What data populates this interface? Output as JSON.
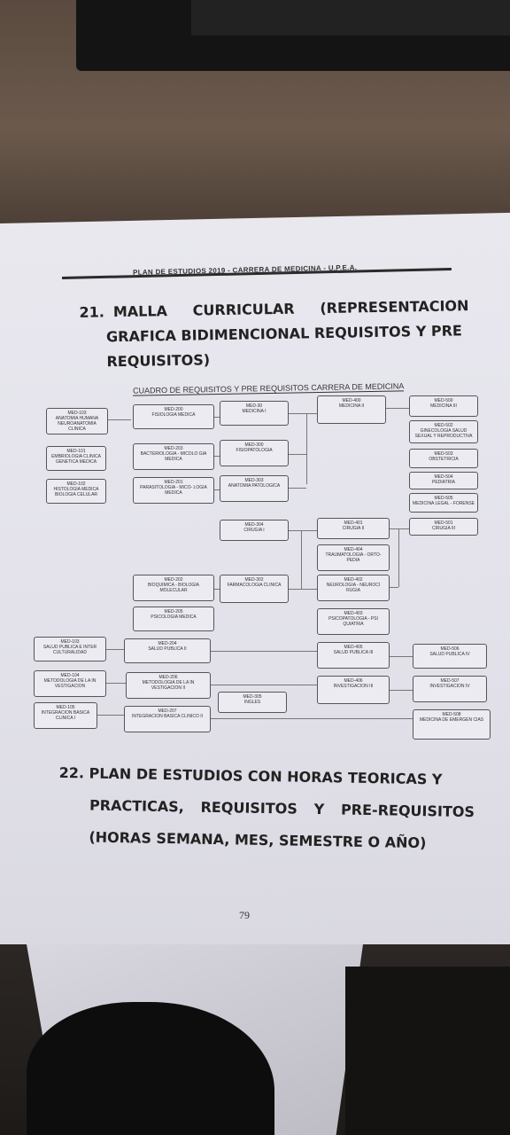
{
  "header": {
    "plan_line": "PLAN DE ESTUDIOS 2019 -  CARRERA DE MEDICINA - U.P.E.A."
  },
  "section21": {
    "number": "21.",
    "line1_a": "MALLA",
    "line1_b": "CURRICULAR",
    "line1_c": "(REPRESENTACION",
    "line2": "GRAFICA BIDIMENCIONAL REQUISITOS Y PRE",
    "line3": "REQUISITOS)"
  },
  "diagram": {
    "title": "CUADRO DE REQUISITOS Y PRE REQUISITOS CARRERA DE MEDICINA",
    "boxes": [
      {
        "code": "MED-103",
        "name": "ANATOMIA HUMANA NEUROANATOMIA CLINICA"
      },
      {
        "code": "MED-101",
        "name": "EMBRIOLOGIA CLINICA GENETICA MEDICA"
      },
      {
        "code": "MED-102",
        "name": "HISTOLOGIA MEDICA BIOLOGIA CELULAR"
      },
      {
        "code": "MED-200",
        "name": "FISIOLOGIA MEDICA"
      },
      {
        "code": "MED-203",
        "name": "BACTERIOLOGIA - MICOLO GIA MEDICA"
      },
      {
        "code": "MED-201",
        "name": "PARASITOLOGIA - MICO- LOGIA MEDICA"
      },
      {
        "code": "MED-30",
        "name": "MEDICINA I"
      },
      {
        "code": "MED-300",
        "name": "FISIOPATOLOGIA"
      },
      {
        "code": "MED-303",
        "name": "ANATOMIA PATOLOGICA"
      },
      {
        "code": "MED-400",
        "name": "MEDICINA II"
      },
      {
        "code": "MED-500",
        "name": "MEDICINA III"
      },
      {
        "code": "MED-502",
        "name": "GINECOLOGIA SALUD SEXUAL Y REPRODUCTIVA"
      },
      {
        "code": "MED-503",
        "name": "OBSTETRICIA"
      },
      {
        "code": "MED-504",
        "name": "PEDIATRIA"
      },
      {
        "code": "MED-505",
        "name": "MEDICINA LEGAL - FORENSE"
      },
      {
        "code": "MED-304",
        "name": "CIRUGIA I"
      },
      {
        "code": "MED-401",
        "name": "CIRUGIA II"
      },
      {
        "code": "MED-501",
        "name": "CIRUGIA III"
      },
      {
        "code": "MED-404",
        "name": "TRAUMATOLOGIA - ORTO- PEDIA"
      },
      {
        "code": "MED-202",
        "name": "BIOQUIMICA - BIOLOGIA MOLECULAR"
      },
      {
        "code": "MED-302",
        "name": "FARMACOLOGIA CLINICA"
      },
      {
        "code": "MED-402",
        "name": "NEUROLOGIA - NEUROCI RUGIA"
      },
      {
        "code": "MED-205",
        "name": "PSICOLOGIA MEDICA"
      },
      {
        "code": "MED-403",
        "name": "PSICOPATOLOGIA - PSI QUIATRIA"
      },
      {
        "code": "MED-103",
        "name": "SALUD PUBLICA E INTER CULTURALIDAD"
      },
      {
        "code": "MED-204",
        "name": "SALUD PUBLICA II"
      },
      {
        "code": "MED-405",
        "name": "SALUD PUBLICA III"
      },
      {
        "code": "MED-506",
        "name": "SALUD PUBLICA IV"
      },
      {
        "code": "MED-104",
        "name": "METODOLOGIA DE LA IN VESTIGACION"
      },
      {
        "code": "MED-206",
        "name": "METODOLOGIA DE LA IN VESTIGACION II"
      },
      {
        "code": "MED-406",
        "name": "INVESTIGACION III"
      },
      {
        "code": "MED-507",
        "name": "INVESTIGACION IV"
      },
      {
        "code": "MED-305",
        "name": "INGLES"
      },
      {
        "code": "MED-105",
        "name": "INTEGRACION BASICA CLINICA I"
      },
      {
        "code": "MED-207",
        "name": "INTEGRACION BASICA CLINICO II"
      },
      {
        "code": "MED-508",
        "name": "MEDICINA DE EMERGEN CIAS"
      }
    ]
  },
  "section22": {
    "number": "22.",
    "line1": "PLAN DE ESTUDIOS CON HORAS TEORICAS Y",
    "line2_a": "PRACTICAS,",
    "line2_b": "REQUISITOS",
    "line2_c": "Y",
    "line2_d": "PRE-REQUISITOS",
    "line3": "(HORAS SEMANA, MES, SEMESTRE O AÑO)"
  },
  "footer": {
    "page_number": "79"
  }
}
